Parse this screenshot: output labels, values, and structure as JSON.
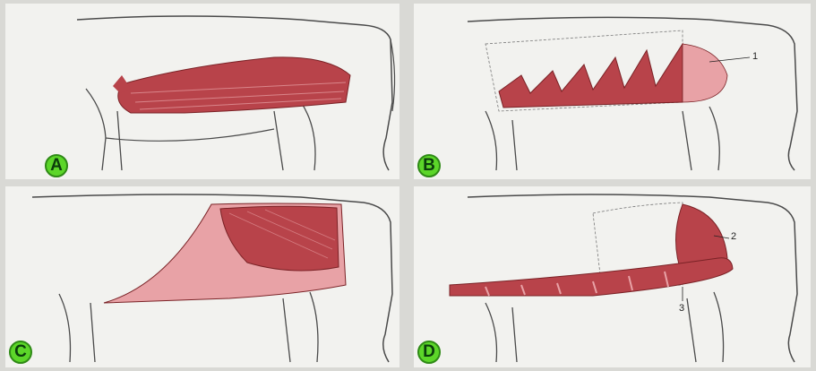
{
  "panels": [
    {
      "id": "A",
      "label": "A"
    },
    {
      "id": "B",
      "label": "B",
      "callouts": [
        "1"
      ]
    },
    {
      "id": "C",
      "label": "C"
    },
    {
      "id": "D",
      "label": "D",
      "callouts": [
        "2",
        "3"
      ]
    }
  ],
  "colors": {
    "muscle": "#b8434a",
    "muscle_light": "#e8a2a6",
    "outline": "#4a4a4a",
    "label_badge": "#5cd629",
    "background": "#d9d9d5"
  }
}
